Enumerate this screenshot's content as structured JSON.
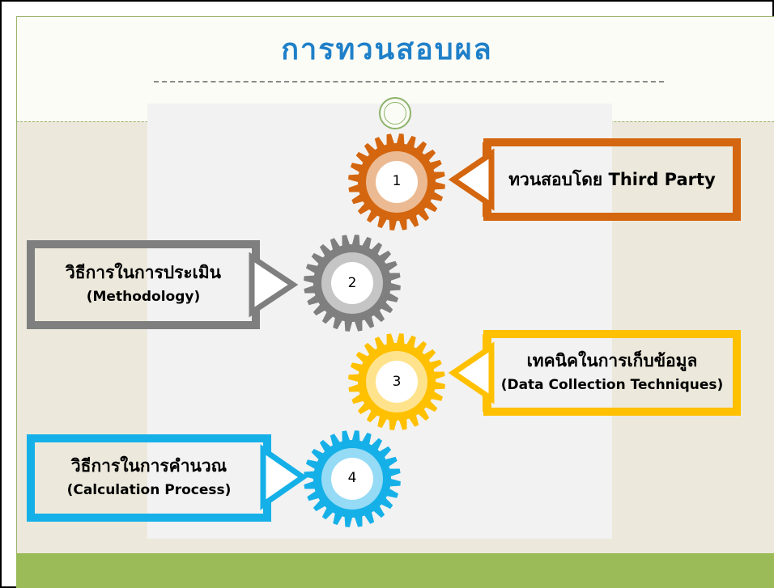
{
  "slide": {
    "title": "การทวนสอบผล"
  },
  "steps": [
    {
      "number": "1",
      "title": "ทวนสอบโดย Third Party",
      "subtitle": "",
      "color": "#d4660f"
    },
    {
      "number": "2",
      "title": "วิธีการในการประเมิน",
      "subtitle": "(Methodology)",
      "color": "#7f7f7f"
    },
    {
      "number": "3",
      "title": "เทคนิคในการเก็บข้อมูล",
      "subtitle": "(Data Collection Techniques)",
      "color": "#ffc000"
    },
    {
      "number": "4",
      "title": "วิธีการในการคำนวณ",
      "subtitle": "(Calculation Process)",
      "color": "#16b0e8"
    }
  ],
  "colors": {
    "title": "#1f80c9",
    "footer": "#9bbb59"
  }
}
